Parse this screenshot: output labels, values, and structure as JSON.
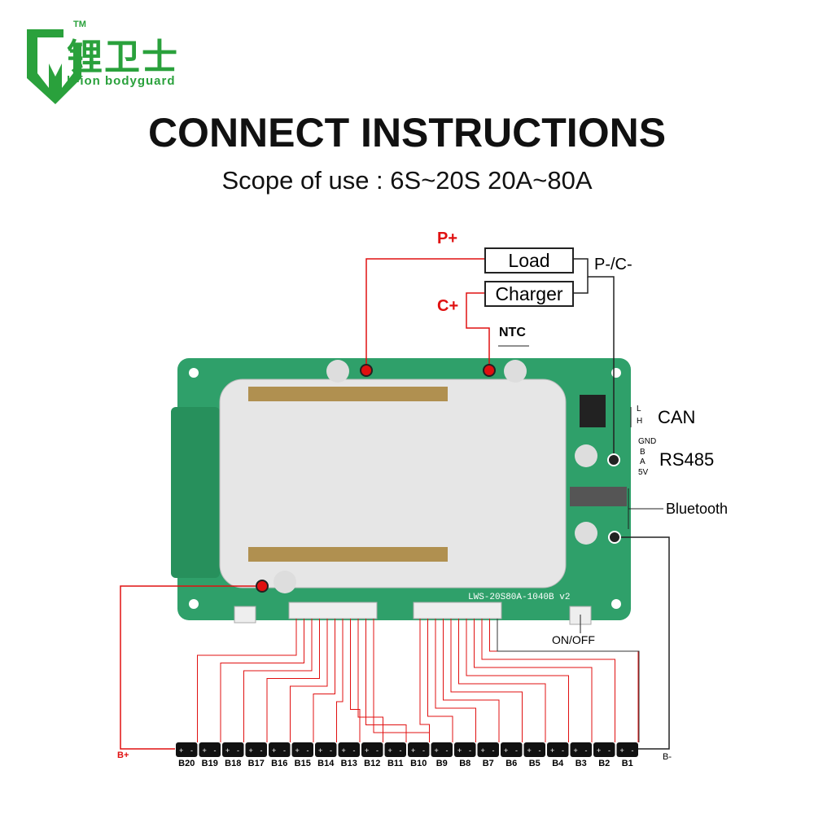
{
  "logo": {
    "chinese": "锂卫士",
    "english": "li-ion bodyguard",
    "tm": "TM"
  },
  "title": "CONNECT INSTRUCTIONS",
  "subtitle": "Scope of use : 6S~20S   20A~80A",
  "labels": {
    "load": "Load",
    "charger": "Charger",
    "p_plus": "P+",
    "c_plus": "C+",
    "p_minus_c_minus": "P-/C-",
    "ntc": "NTC",
    "can": "CAN",
    "can_l": "L",
    "can_h": "H",
    "rs485": "RS485",
    "gnd": "GND",
    "b": "B",
    "a": "A",
    "v5": "5V",
    "bluetooth": "Bluetooth",
    "on_off": "ON/OFF",
    "b_plus": "B+",
    "b_minus": "B-"
  },
  "board": {
    "model": "LWS-20S80A-1040B v2"
  },
  "cells": [
    "B20",
    "B19",
    "B18",
    "B17",
    "B16",
    "B15",
    "B14",
    "B13",
    "B12",
    "B11",
    "B10",
    "B9",
    "B8",
    "B7",
    "B6",
    "B5",
    "B4",
    "B3",
    "B2",
    "B1"
  ],
  "colors": {
    "brand": "#2aa13c",
    "wire_red": "#e01010",
    "board": "#2fa06a"
  }
}
